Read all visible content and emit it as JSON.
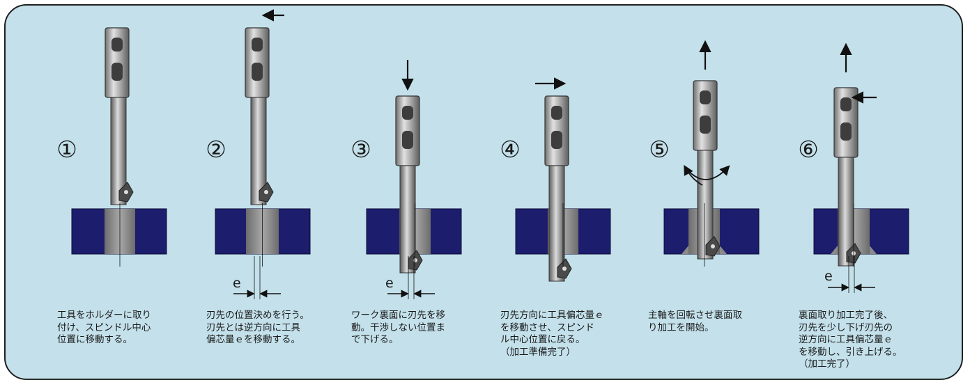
{
  "steps": [
    {
      "number": "①",
      "caption": "工具をホルダーに取り\n付け、スピンドル中心\n位置に移動する。"
    },
    {
      "number": "②",
      "caption": "刃先の位置決めを行う。\n刃先とは逆方向に工具\n偏芯量ｅを移動する。",
      "offset_label": "e"
    },
    {
      "number": "③",
      "caption": "ワーク裏面に刃先を移\n動。干渉しない位置ま\nで下げる。",
      "offset_label": "e"
    },
    {
      "number": "④",
      "caption": "刃先方向に工具偏芯量ｅ\nを移動させ、スピンド\nル中心位置に戻る。\n（加工準備完了）"
    },
    {
      "number": "⑤",
      "caption": "主軸を回転させ裏面取\nり加工を開始。"
    },
    {
      "number": "⑥",
      "caption": "裏面取り加工完了後、\n刃先を少し下げ刃先の\n逆方向に工具偏芯量ｅ\nを移動し、引き上げる。\n（加工完了）",
      "offset_label": "e"
    }
  ],
  "colors": {
    "background": "#c4e1eb",
    "workpiece": "#1d1d6e",
    "bore": "#8c8c8c",
    "tool_metal": "#a9a9a9",
    "frame": "#1f1f1f"
  }
}
